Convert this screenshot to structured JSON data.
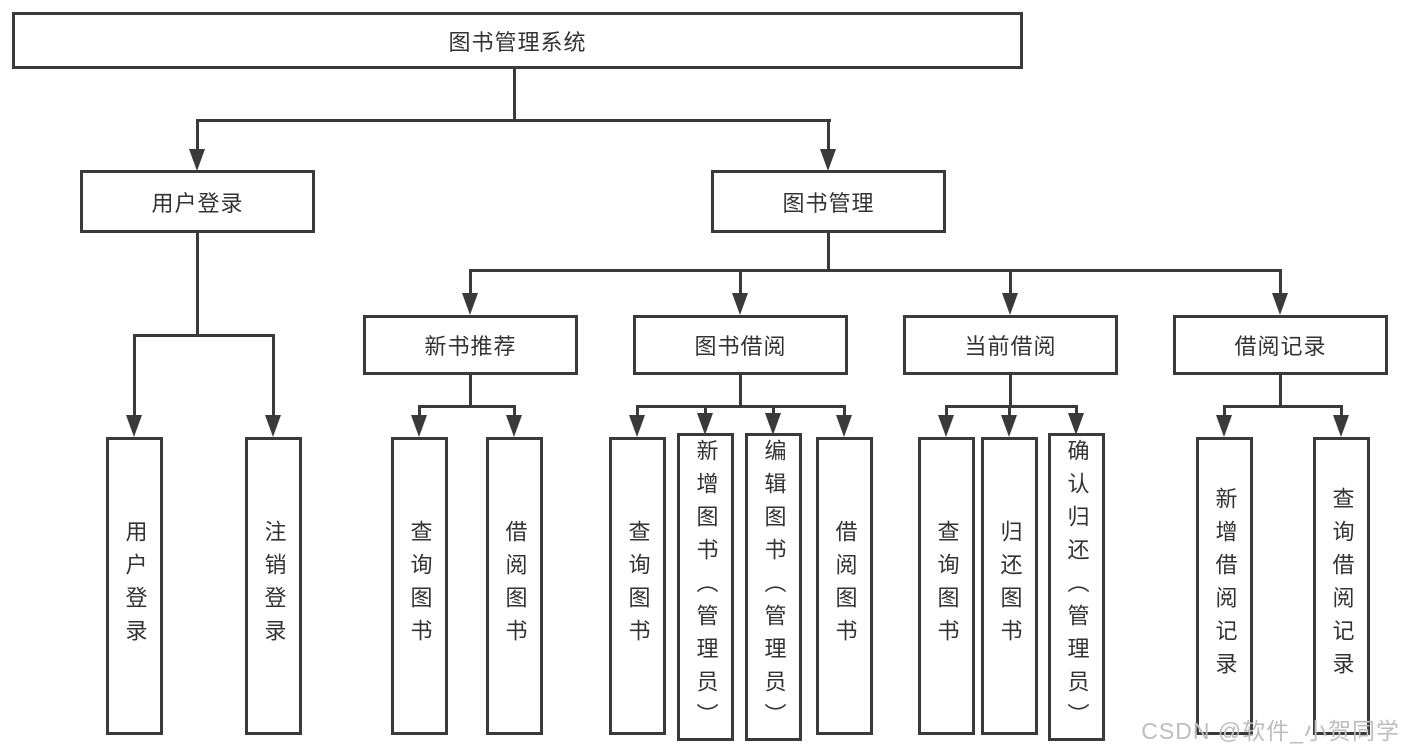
{
  "diagram": {
    "root": {
      "label": "图书管理系统"
    },
    "children": [
      {
        "label": "用户登录",
        "children": [
          {
            "label": "用户登录"
          },
          {
            "label": "注销登录"
          }
        ]
      },
      {
        "label": "图书管理",
        "children": [
          {
            "label": "新书推荐",
            "children": [
              {
                "label": "查询图书"
              },
              {
                "label": "借阅图书"
              }
            ]
          },
          {
            "label": "图书借阅",
            "children": [
              {
                "label": "查询图书"
              },
              {
                "label": "新增图书（管理员）"
              },
              {
                "label": "编辑图书（管理员）"
              },
              {
                "label": "借阅图书"
              }
            ]
          },
          {
            "label": "当前借阅",
            "children": [
              {
                "label": "查询图书"
              },
              {
                "label": "归还图书"
              },
              {
                "label": "确认归还（管理员）"
              }
            ]
          },
          {
            "label": "借阅记录",
            "children": [
              {
                "label": "新增借阅记录"
              },
              {
                "label": "查询借阅记录"
              }
            ]
          }
        ]
      }
    ]
  },
  "watermark": "CSDN @软件_小贺同学",
  "colors": {
    "line": "#3a3a3a",
    "text": "#333333",
    "box_fill": "#ffffff",
    "watermark": "#bdbdbd",
    "background": "#ffffff"
  }
}
